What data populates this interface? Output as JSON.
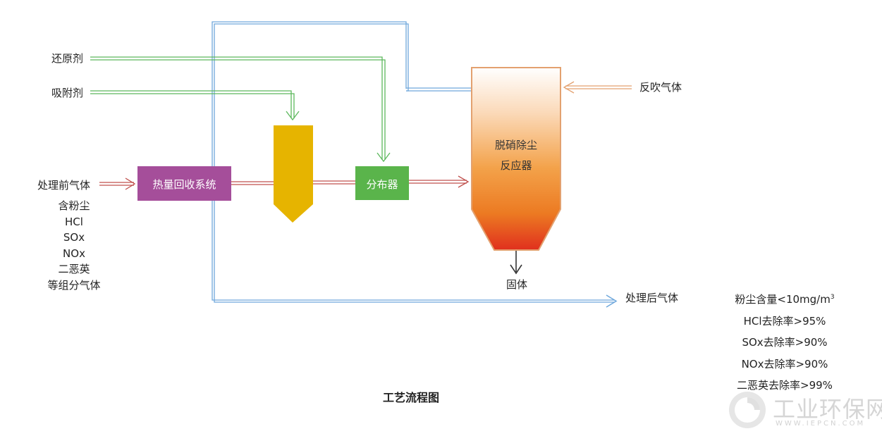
{
  "labels": {
    "reductant": "还原剂",
    "adsorbent": "吸附剂",
    "inlet_gas": "处理前气体",
    "backflush_gas": "反吹气体",
    "solids": "固体",
    "outlet_gas": "处理后气体"
  },
  "boxes": {
    "heat_recovery": "热量回收系统",
    "distributor": "分布器",
    "reactor_line1": "脱硝除尘",
    "reactor_line2": "反应器"
  },
  "inlet_components": [
    "含粉尘",
    "HCl",
    "SOx",
    "NOx",
    "二恶英",
    "等组分气体"
  ],
  "results": {
    "dust_prefix": "粉尘含量<10mg/m",
    "dust_sup": "3",
    "items": [
      "HCl去除率>95%",
      "SOx去除率>90%",
      "NOx去除率>90%",
      "二恶英去除率>99%"
    ]
  },
  "caption": "工艺流程图",
  "watermark": {
    "name": "工业环保网",
    "url": "WWW.IEPCN.COM"
  },
  "colors": {
    "gas_flow_red": "#c0504d",
    "reagent_green": "#5cb85c",
    "clean_gas_blue": "#6fa8dc",
    "backflush_orange": "#e3a16f",
    "heat_recovery_box": "#a54e9a",
    "adsorber_vessel": "#e6b400",
    "distributor_box": "#5ab44b",
    "reactor_top": "#ffffff",
    "reactor_bottom": "#e0301e"
  }
}
